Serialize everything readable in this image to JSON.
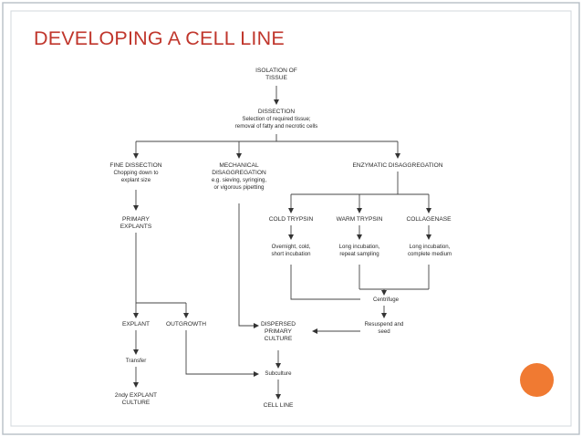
{
  "title": "DEVELOPING A CELL LINE",
  "colors": {
    "title": "#c0362c",
    "accent": "#f07a32",
    "frame_outer": "#b7bec6",
    "frame_inner": "#d3d8dd"
  },
  "nodes": {
    "isolation": {
      "head": "ISOLATION OF",
      "head2": "TISSUE"
    },
    "dissection": {
      "head": "DISSECTION",
      "sub1": "Selection of required tissue;",
      "sub2": "removal of fatty and necrotic cells"
    },
    "fine_dissection": {
      "head": "FINE DISSECTION",
      "sub1": "Chopping down to",
      "sub2": "explant size"
    },
    "mechanical": {
      "head": "MECHANICAL",
      "head2": "DISAGGREGATION",
      "sub1": "e.g. sieving, syringing,",
      "sub2": "or vigorous pipetting"
    },
    "enzymatic": {
      "head": "ENZYMATIC DISAGGREGATION"
    },
    "primary_explants": {
      "head": "PRIMARY",
      "head2": "EXPLANTS"
    },
    "cold_trypsin": {
      "head": "COLD TRYPSIN"
    },
    "warm_trypsin": {
      "head": "WARM TRYPSIN"
    },
    "collagenase": {
      "head": "COLLAGENASE"
    },
    "cold_detail": {
      "sub1": "Overnight, cold,",
      "sub2": "short incubation"
    },
    "warm_detail": {
      "sub1": "Long incubation,",
      "sub2": "repeat sampling"
    },
    "collagenase_detail": {
      "sub1": "Long incubation,",
      "sub2": "complete medium"
    },
    "centrifuge": {
      "sub1": "Centrifuge"
    },
    "explant": {
      "head": "EXPLANT"
    },
    "outgrowth": {
      "head": "OUTGROWTH"
    },
    "dispersed": {
      "head": "DISPERSED",
      "head2": "PRIMARY",
      "head3": "CULTURE"
    },
    "resuspend": {
      "sub1": "Resuspend and",
      "sub2": "seed"
    },
    "transfer": {
      "sub1": "Transfer"
    },
    "second_explant": {
      "head": "2ndy EXPLANT",
      "head2": "CULTURE"
    },
    "subculture": {
      "sub1": "Subculture"
    },
    "cell_line": {
      "head": "CELL LINE"
    }
  }
}
